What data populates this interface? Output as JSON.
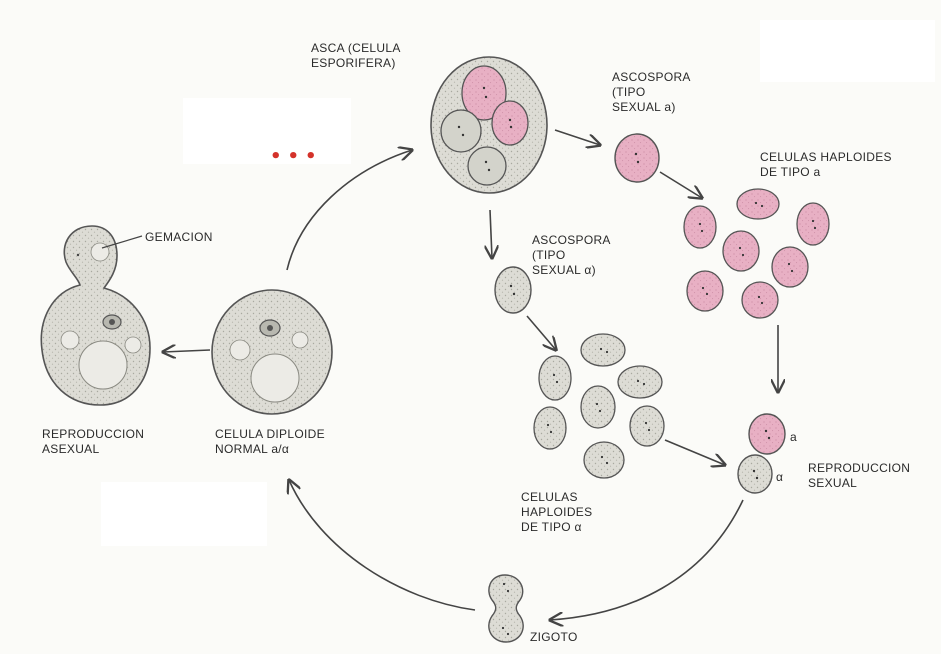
{
  "labels": {
    "asca": [
      "ASCA (CELULA",
      "ESPORIFERA)"
    ],
    "ascospora_a_top": [
      "ASCOSPORA",
      "(TIPO",
      "SEXUAL a)"
    ],
    "haploides_a_top": [
      "CELULAS HAPLOIDES",
      "DE TIPO a"
    ],
    "gemacion": "GEMACION",
    "ascospora_alpha": [
      "ASCOSPORA",
      "(TIPO",
      "SEXUAL α)"
    ],
    "reproduccion_asexual": [
      "REPRODUCCION",
      "ASEXUAL"
    ],
    "celula_diploide": [
      "CELULA DIPLOIDE",
      "NORMAL a/α"
    ],
    "haploides_alpha": [
      "CELULAS",
      "HAPLOIDES",
      "DE TIPO α"
    ],
    "mating_a": "a",
    "mating_alpha": "α",
    "reproduccion_sexual": [
      "REPRODUCCION",
      "SEXUAL"
    ],
    "zigoto": "ZIGOTO"
  },
  "colors": {
    "pink_cell": "#e9b3c6",
    "gray_cell": "#dcdcd6",
    "outline": "#555555",
    "arrow": "#444444",
    "red_mark": "#d4322a"
  }
}
